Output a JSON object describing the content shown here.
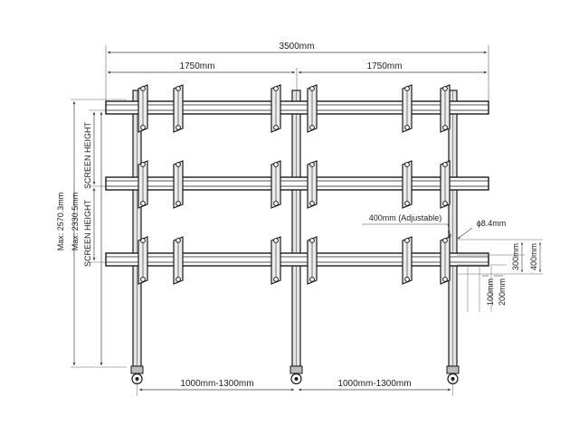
{
  "dimensions": {
    "total_width": "3500mm",
    "half_width_left": "1750mm",
    "half_width_right": "1750mm",
    "leg_spacing_left": "1000mm-1300mm",
    "leg_spacing_right": "1000mm-1300mm",
    "max_height_outer": "Max: 2570.3mm",
    "max_height_inner": "Max: 2330.5mm",
    "screen_height_upper": "SCREEN HEIGHT",
    "screen_height_lower": "SCREEN HEIGHT",
    "adjustable": "400mm (Adjustable)",
    "hole_diameter": "ϕ8.4mm",
    "d300": "300mm",
    "d400": "400mm",
    "d100": "100mm",
    "d200": "200mm"
  },
  "colors": {
    "line": "#333333",
    "frame": "#1a1a1a",
    "frame_fill": "#d8d8d8",
    "dim_line": "#555555"
  }
}
